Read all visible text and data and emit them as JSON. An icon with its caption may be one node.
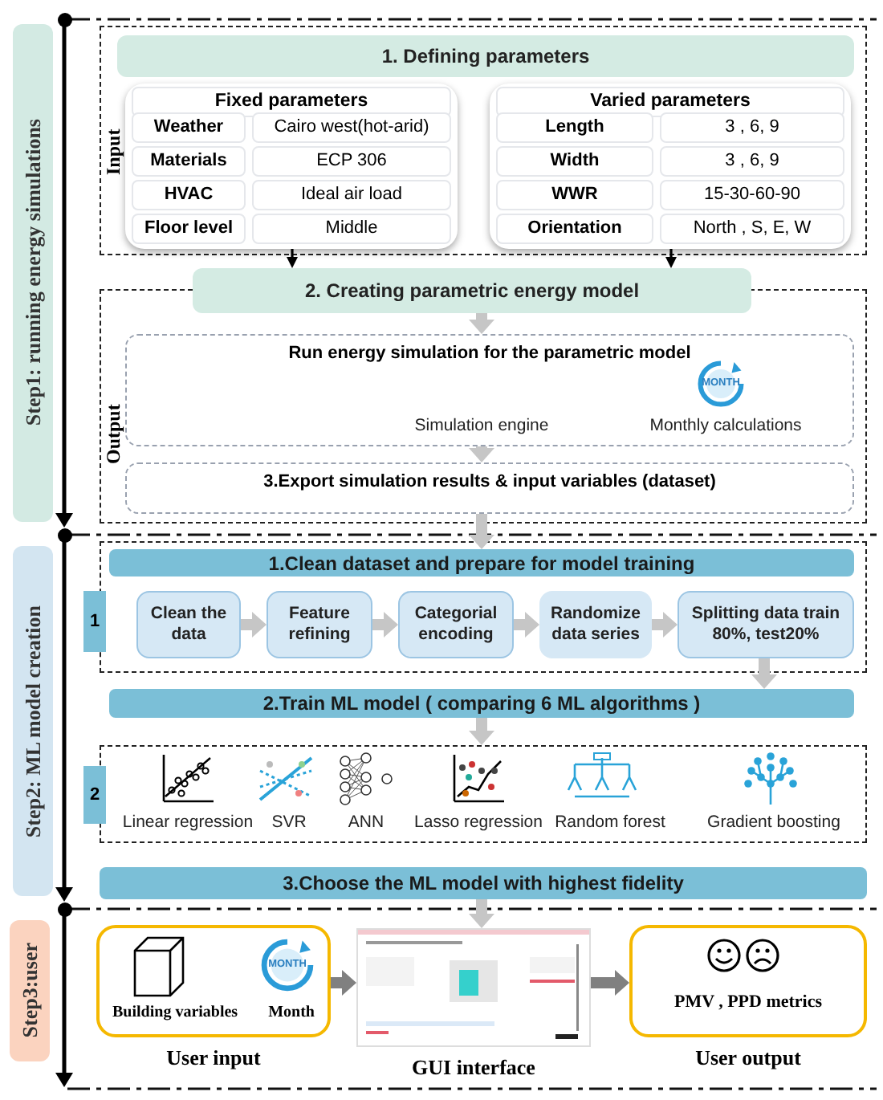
{
  "diagram": {
    "nodes": [
      {
        "text": [
          "Step1: running energy simulations"
        ]
      },
      {
        "text": [
          "1. Defining parameters"
        ]
      },
      {
        "text": [
          "Fixed parameters"
        ]
      },
      {
        "text": [
          "Varied parameters"
        ]
      },
      {
        "text": [
          "2. Creating parametric energy model"
        ]
      },
      {
        "text": [
          "Run energy simulation for the parametric model"
        ]
      },
      {
        "text": [
          "3.Export simulation results & input variables (dataset)"
        ]
      },
      {
        "text": [
          "Step2: ML model creation"
        ]
      },
      {
        "text": [
          "1.Clean dataset and prepare for model training"
        ]
      },
      {
        "text": [
          "Clean the data"
        ]
      },
      {
        "text": [
          "Feature refining"
        ]
      },
      {
        "text": [
          "Categorial encoding"
        ]
      },
      {
        "text": [
          "Randomize data series"
        ]
      },
      {
        "text": [
          "Splitting data train 80%, test20%"
        ]
      },
      {
        "text": [
          "2.Train ML model ( comparing 6 ML algorithms )"
        ]
      },
      {
        "text": [
          "3.Choose the ML model with highest fidelity"
        ]
      },
      {
        "text": [
          "Step3:user"
        ]
      },
      {
        "text": [
          "Building variables",
          "Month"
        ],
        "beside": [
          "User input"
        ]
      },
      {
        "text": [],
        "shape": "picture",
        "beside": [
          "GUI interface"
        ]
      },
      {
        "text": [
          "PMV , PPD metrics"
        ],
        "beside": [
          "User output"
        ]
      },
      {
        "text": [],
        "shape": "box"
      },
      {
        "text": [],
        "shape": "circle"
      },
      {
        "text": [],
        "shape": "circle"
      },
      {
        "text": [],
        "shape": "circle"
      }
    ],
    "edges": [
      {
        "from": 2,
        "to": 4,
        "arrow": "to",
        "color": "#000000"
      },
      {
        "from": 3,
        "to": 4,
        "arrow": "to",
        "color": "#000000"
      },
      {
        "from": 4,
        "to": 5,
        "arrow": "to"
      },
      {
        "from": 5,
        "to": 6,
        "arrow": "to"
      },
      {
        "from": 6,
        "to": 8,
        "arrow": "to"
      },
      {
        "from": 9,
        "to": 10,
        "arrow": "to"
      },
      {
        "from": 10,
        "to": 11,
        "arrow": "to"
      },
      {
        "from": 11,
        "to": 12,
        "arrow": "to"
      },
      {
        "from": 12,
        "to": 13,
        "arrow": "to"
      },
      {
        "from": 13,
        "to": 14,
        "arrow": "to"
      },
      {
        "from": 14,
        "to": 20,
        "arrow": "to"
      },
      {
        "from": 15,
        "to": 18,
        "arrow": "to"
      },
      {
        "from": 17,
        "to": 18,
        "arrow": "to",
        "color": "#808080"
      },
      {
        "from": 18,
        "to": 19,
        "arrow": "to",
        "color": "#808080"
      },
      {
        "from": 21,
        "to": 22,
        "arrow": "to",
        "color": "#000000"
      },
      {
        "from": 22,
        "to": 23,
        "arrow": "to",
        "color": "#000000"
      },
      {
        "from": 23,
        "to": 16,
        "arrow": "to",
        "color": "#000000"
      }
    ],
    "labels": [
      "Input",
      "Output",
      "Weather",
      "Cairo west(hot-arid)",
      "Materials",
      "ECP 306",
      "HVAC",
      "Ideal air load",
      "Floor level",
      "Middle",
      "Length",
      "3 , 6, 9",
      "Width",
      "3 , 6, 9",
      "WWR",
      "15-30-60-90",
      "Orientation",
      "North , S, E, W",
      "Simulation engine",
      "MONTH",
      "Monthly calculations",
      "1",
      "2",
      "Linear regression",
      "SVR",
      "ANN",
      "Lasso regression",
      "Random forest",
      "Gradient boosting",
      "MONTH"
    ]
  }
}
